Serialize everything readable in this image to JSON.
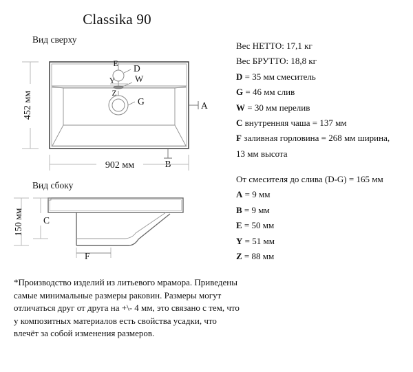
{
  "page": {
    "title": "Classika 90"
  },
  "views": {
    "top": {
      "caption": "Вид сверху",
      "width_dimension": "902 мм",
      "height_dimension": "452 мм",
      "markers": {
        "e": "E",
        "d": "D",
        "w": "W",
        "y": "Y",
        "z": "Z",
        "g": "G",
        "a": "A",
        "b": "B"
      }
    },
    "side": {
      "caption": "Вид сбоку",
      "height_dimension": "150 мм",
      "markers": {
        "c": "C",
        "f": "F"
      }
    }
  },
  "specs_primary": [
    {
      "symbol": "",
      "text": "Вес НЕТТО: 17,1 кг"
    },
    {
      "symbol": "",
      "text": "Вес БРУТТО: 18,8 кг"
    },
    {
      "symbol": "D",
      "text": " = 35 мм смеситель"
    },
    {
      "symbol": "G",
      "text": " = 46 мм слив"
    },
    {
      "symbol": "W",
      "text": " = 30 мм перелив"
    },
    {
      "symbol": "C",
      "text": " внутренняя чаша = 137 мм"
    },
    {
      "symbol": "F",
      "text": " заливная горловина = 268 мм ширина,"
    },
    {
      "symbol": "",
      "text": "13 мм высота"
    }
  ],
  "specs_secondary": [
    {
      "symbol": "",
      "text": "От смесителя до слива (D-G) = 165 мм"
    },
    {
      "symbol": "A",
      "text": " = 9 мм"
    },
    {
      "symbol": "B",
      "text": " = 9 мм"
    },
    {
      "symbol": "E",
      "text": " = 50 мм"
    },
    {
      "symbol": "Y",
      "text": " = 51 мм"
    },
    {
      "symbol": "Z",
      "text": " = 88 мм"
    }
  ],
  "footnote": {
    "text": "*Производство изделий из литьевого мрамора. Приведены самые минимальные размеры раковин. Размеры могут отличаться друг от друга на +\\- 4 мм, это связано с тем, что у композитных материалов есть свойства усадки, что влечёт за собой изменения размеров."
  },
  "colors": {
    "stroke_outer": "#4a4a4a",
    "stroke_inner": "#9a9a9a",
    "dimension_line": "#b8b8b8",
    "text": "#101010"
  }
}
